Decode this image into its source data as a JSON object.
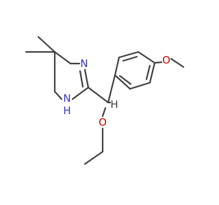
{
  "molecule": {
    "atoms": {
      "n_ring_top": {
        "text": "N",
        "color": "#3333cc"
      },
      "nh_ring": {
        "text": "N",
        "color": "#3333cc"
      },
      "h_on_n": {
        "text": "H",
        "color": "#3333cc"
      },
      "o_ethoxy": {
        "text": "O",
        "color": "#cc0000"
      },
      "o_methoxy": {
        "text": "O",
        "color": "#cc0000"
      },
      "h_methine": {
        "text": "H",
        "color": "#404040"
      }
    },
    "bond_color": "#404040"
  }
}
